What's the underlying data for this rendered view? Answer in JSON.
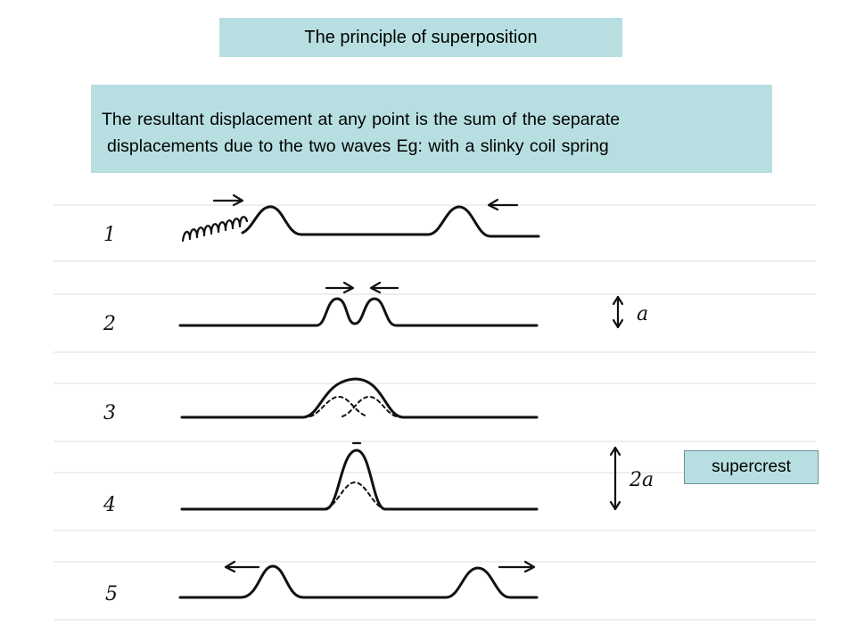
{
  "title": "The principle of superposition",
  "description": {
    "line1": "The resultant displacement at any point is the sum of the separate",
    "line2": "displacements due to the two waves    Eg: with a slinky coil spring"
  },
  "annotation_box": "supercrest",
  "diagram": {
    "step_numbers": [
      "1",
      "2",
      "3",
      "4",
      "5"
    ],
    "amplitude_labels": [
      "a",
      "2a"
    ],
    "icons": [
      "arrow-right-icon",
      "arrow-left-icon",
      "double-arrow-vertical-icon",
      "coil-spring-icon"
    ]
  }
}
